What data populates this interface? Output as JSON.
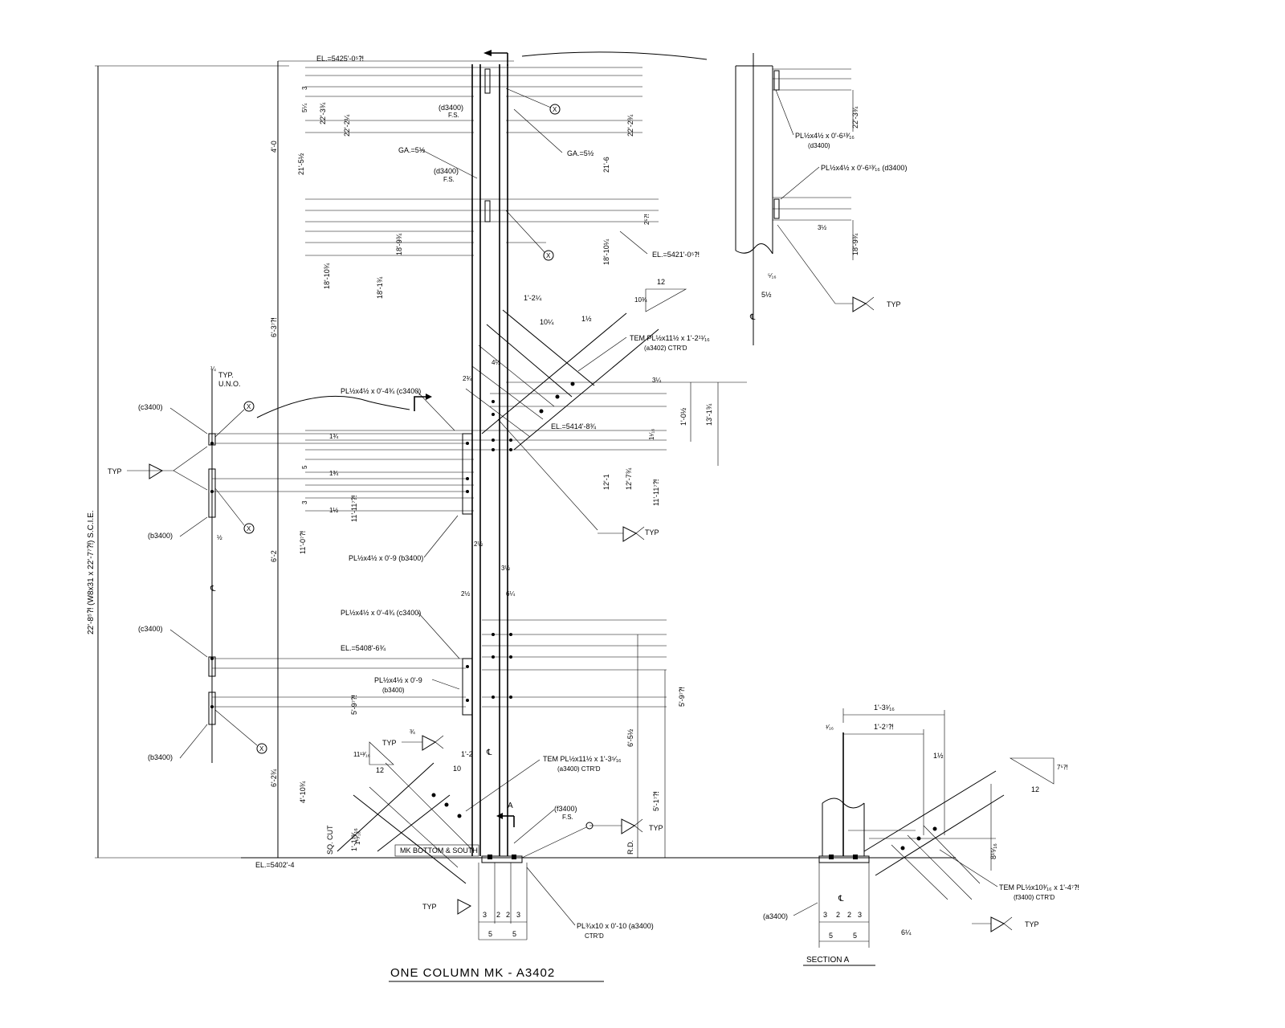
{
  "drawing": {
    "title": "ONE COLUMN MK - A3402",
    "section_title": "SECTION A",
    "member_callout": "22'-8⁵⁈ (W8x31 x 22'-7⁷⁈) S.C.I.E.",
    "elevations": {
      "top": "EL.=5425'-0⁵⁈",
      "upper_mid": "EL.=5421'-0⁵⁈",
      "brace": "EL.=5414'-8¾",
      "lower": "EL.=5408'-6¾",
      "base": "EL.=5402'-4"
    },
    "column_dims": {
      "upper_1": "4'-0",
      "upper_2": "6'-3⁷⁈",
      "mid": "6'-2",
      "lower": "6'-2¾",
      "lower_2": "4'-10¾"
    },
    "left_dims": [
      "22'-3¾",
      "22'-2¼",
      "21'-5½",
      "18'-10¾",
      "18'-9¾",
      "18'-1¾",
      "11'-0⁷⁈",
      "11'-11⁷⁈",
      "5'-9⁷⁈",
      "1'-1¹³⁄₁₆"
    ],
    "right_dims": [
      "22'-2¾",
      "21'-6",
      "18'-10¼",
      "12'-1",
      "12'-7¾",
      "11'-11⁷⁈",
      "1'-0½",
      "13'-1¾",
      "6'-5½",
      "5'-1⁷⁈",
      "5'-9⁷⁈"
    ],
    "plates": {
      "p1": "PL½x4½ x 0'-4¾ (c3400)",
      "p2": "PL½x4½ x 0'-9 (b3400)",
      "p3": "PL½x4½ x 0'-4¾ (c3400)",
      "p4": "PL½x4½ x 0'-9",
      "p4b": "(b3400)",
      "p5": "PL½x4½ x 0'-6¹³⁄₁₆",
      "p5b": "(d3400)",
      "p6": "PL½x4½ x 0'-6¹³⁄₁₆ (d3400)",
      "base_plate": "PL¾x10 x 0'-10 (a3400)",
      "base_plate_b": "CTR'D",
      "tem1": "TEM PL½x11½ x 1'-2¹¹⁄₁₆",
      "tem1b": "(a3402) CTR'D",
      "tem2": "TEM PL½x11½ x 1'-3⁵⁄₁₆",
      "tem2b": "(a3400) CTR'D",
      "tem3": "TEM PL½x10³⁄₁₆ x 1'-4⁷⁈",
      "tem3b": "(f3400) CTR'D"
    },
    "marks": {
      "d3400_fs": "(d3400)",
      "fs": "F.S.",
      "f3400": "(f3400)",
      "c3400": "(c3400)",
      "b3400": "(b3400)",
      "a3400": "(a3400)",
      "ga": "GA.=5½",
      "typ": "TYP",
      "typ_uno": "TYP.",
      "uno": "U.N.O.",
      "x": "X",
      "cl": "℄",
      "sec_a": "A",
      "mk_bottom": "MK BOTTOM & SOUTH",
      "sq_cut": "SQ. CUT",
      "rd": "R.D.",
      "slope12": "12",
      "slope_a": "10¾",
      "slope_b": "11¹³⁄₁₆",
      "slope_c": "7⁵⁈"
    },
    "section_dims": {
      "w1": "1'-3¹⁄₁₆",
      "w2": "1'-2⁷⁈",
      "h1": "1½",
      "h2": "8¹⁵⁄₁₆",
      "h3": "6¼",
      "bolts": [
        "3",
        "2",
        "2",
        "3"
      ],
      "halves": [
        "5",
        "5"
      ]
    },
    "brace_dims": [
      "1'-2¼",
      "10¼",
      "1½",
      "1'-2",
      "10"
    ],
    "base_dims": [
      "3",
      "2",
      "2",
      "3",
      "5",
      "5"
    ],
    "spacings": [
      "3",
      "5",
      "3",
      "2½",
      "1½",
      "1¾",
      "1¾",
      "2½",
      "6¼",
      "3½",
      "3¼",
      "2¾",
      "1¹⁄₁₆",
      "1¹³⁄₁₆",
      "5¼",
      "2⁵⁈",
      "3½",
      "4½",
      "¼",
      "¾",
      "¹⁄₁₆",
      "½",
      "⁵⁄₁₆",
      "5½"
    ]
  }
}
